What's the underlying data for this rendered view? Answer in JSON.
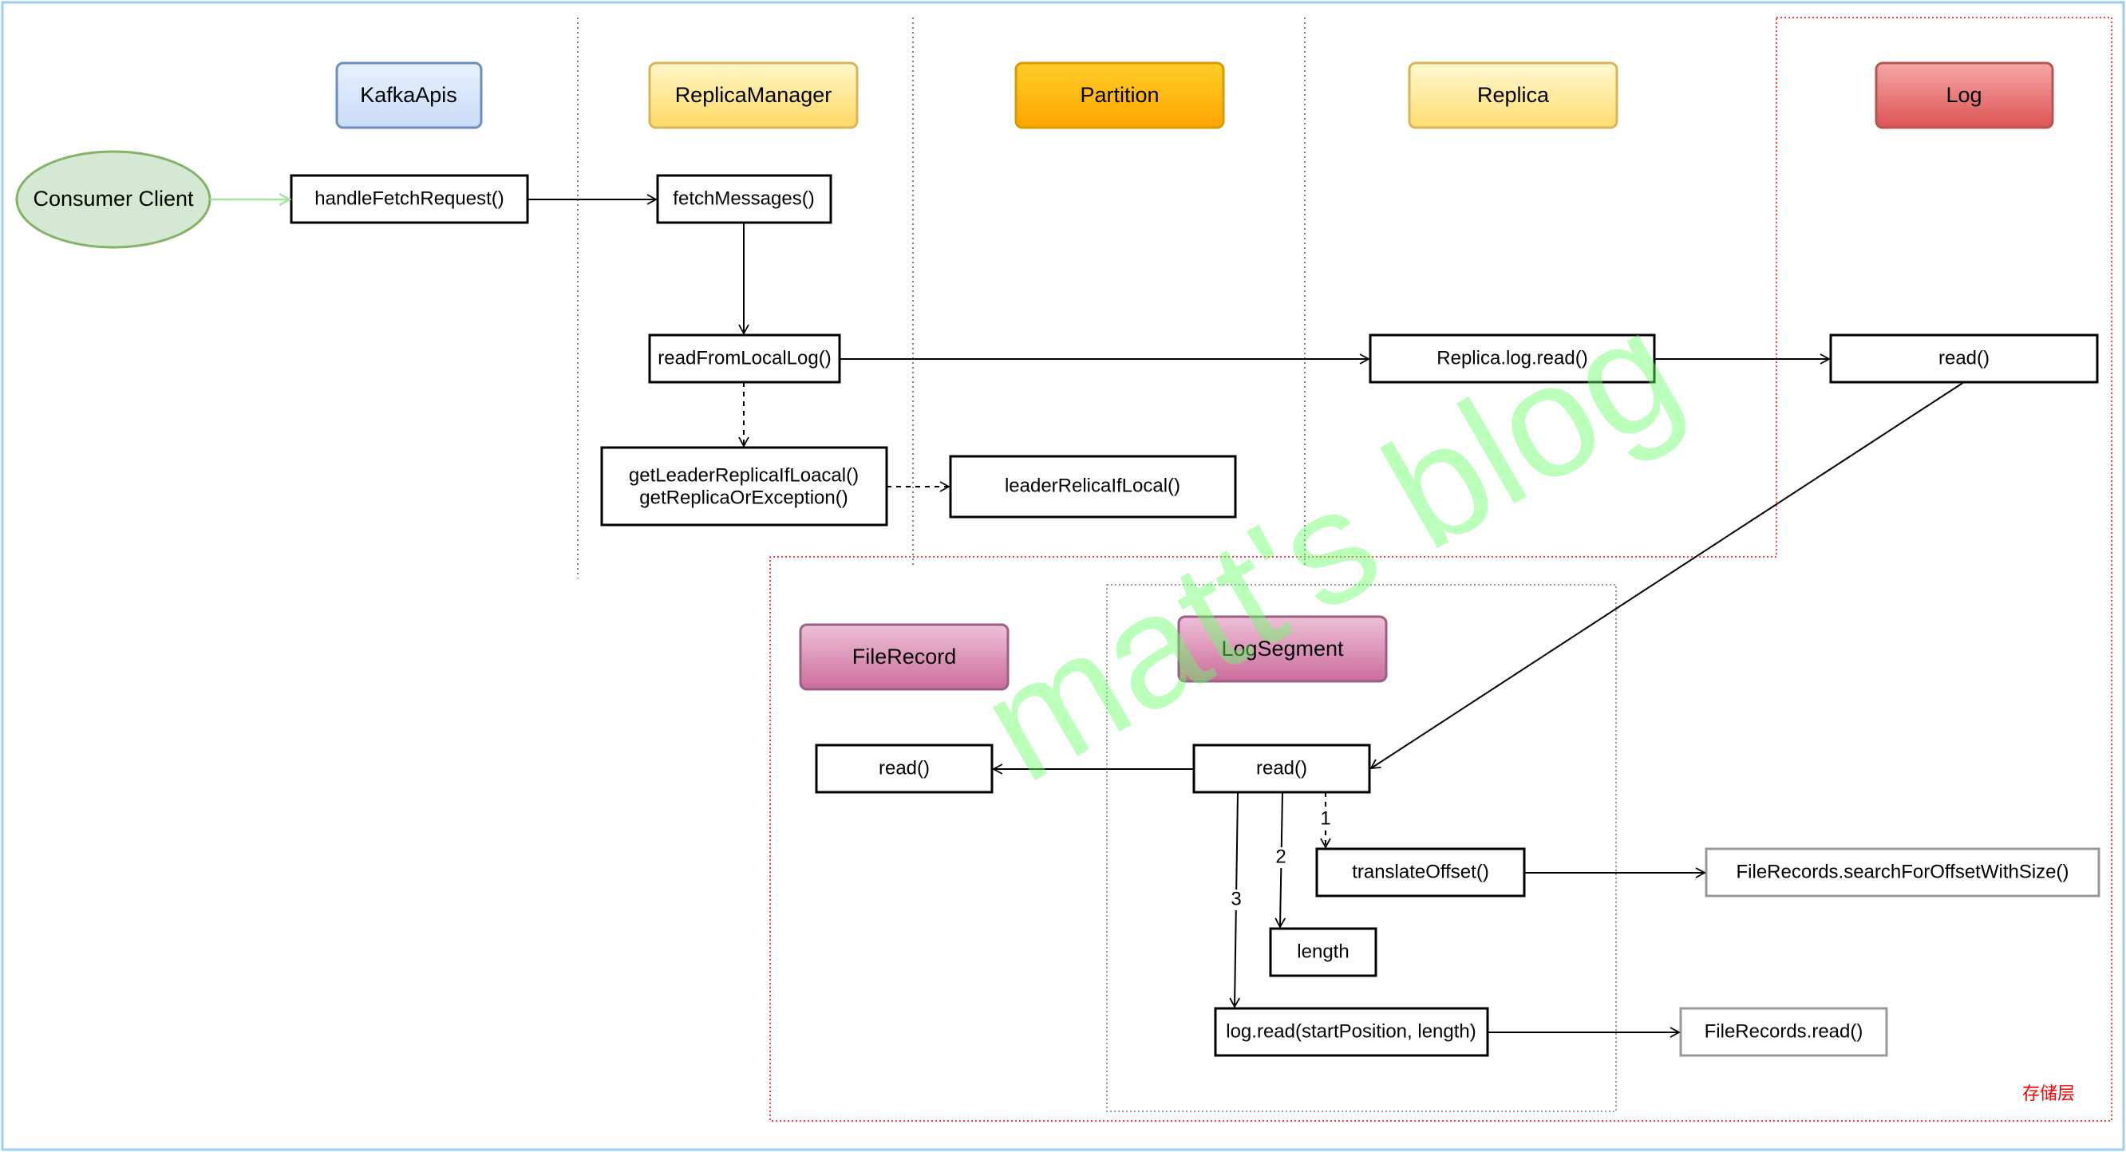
{
  "headers": {
    "kafka_apis": "KafkaApis",
    "replica_manager": "ReplicaManager",
    "partition": "Partition",
    "replica": "Replica",
    "log": "Log",
    "file_record": "FileRecord",
    "log_segment": "LogSegment"
  },
  "client": "Consumer Client",
  "nodes": {
    "handle_fetch_request": "handleFetchRequest()",
    "fetch_messages": "fetchMessages()",
    "read_from_local_log": "readFromLocalLog()",
    "get_leader_line1": "getLeaderReplicaIfLoacal()",
    "get_leader_line2": "getReplicaOrException()",
    "leader_relica_if_local": "leaderRelicaIfLocal()",
    "replica_log_read": "Replica.log.read()",
    "log_read": "read()",
    "file_record_read": "read()",
    "log_segment_read": "read()",
    "translate_offset": "translateOffset()",
    "length": "length",
    "log_read_start_position": "log.read(startPosition, length)",
    "file_records_search": "FileRecords.searchForOffsetWithSize()",
    "file_records_read": "FileRecords.read()"
  },
  "step_labels": [
    "1",
    "2",
    "3"
  ],
  "storage_layer_label": "存储层",
  "watermark": "matt's blog",
  "colors": {
    "kafka_apis": "#dae8fc",
    "replica_manager": "#ffe599",
    "partition": "#ffb300",
    "replica": "#fff0a8",
    "log": "#e06666",
    "purple_box": "#d580a8",
    "client_fill": "#d5e8d4",
    "client_stroke": "#82b366",
    "storage_border": "#ff0000",
    "watermark": "#66ff66"
  }
}
